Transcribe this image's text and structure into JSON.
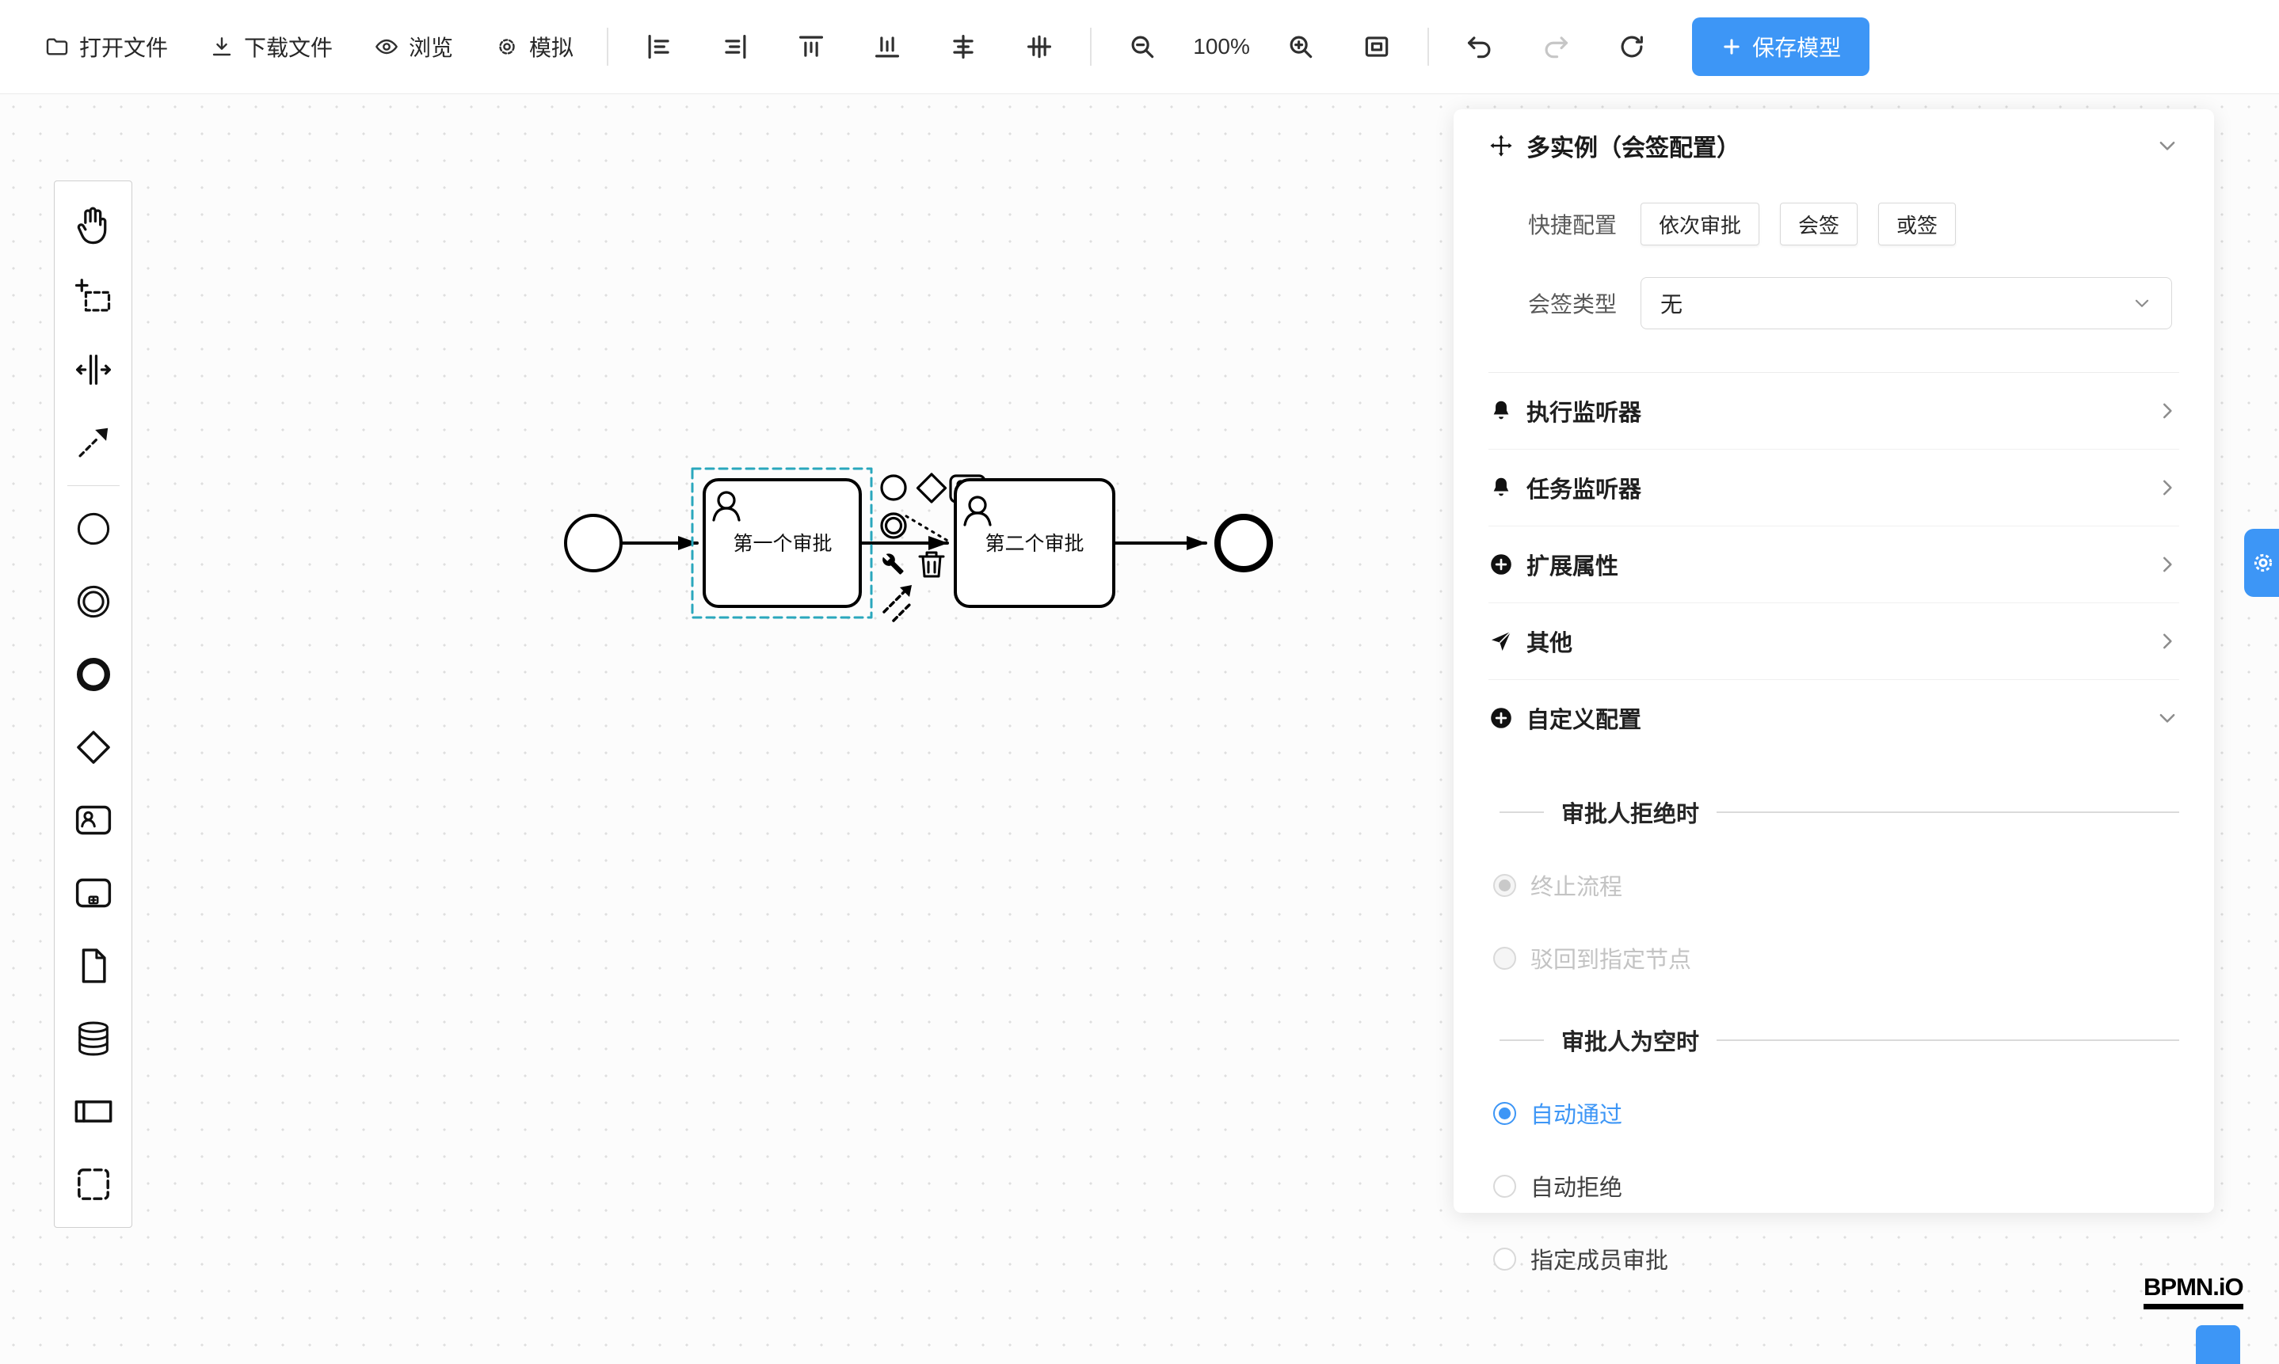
{
  "toolbar": {
    "open_file": "打开文件",
    "download_file": "下载文件",
    "preview": "浏览",
    "simulate": "模拟",
    "zoom_level": "100%",
    "save_model": "保存模型"
  },
  "canvas": {
    "task1_label": "第一个审批",
    "task2_label": "第二个审批"
  },
  "panel": {
    "title": "多实例（会签配置）",
    "quick_config": {
      "label": "快捷配置",
      "options": [
        "依次审批",
        "会签",
        "或签"
      ]
    },
    "sign_type": {
      "label": "会签类型",
      "value": "无"
    },
    "sections": [
      "执行监听器",
      "任务监听器",
      "扩展属性",
      "其他",
      "自定义配置"
    ],
    "reject": {
      "title": "审批人拒绝时",
      "options": [
        "终止流程",
        "驳回到指定节点"
      ],
      "selected": "终止流程"
    },
    "empty": {
      "title": "审批人为空时",
      "options": [
        "自动通过",
        "自动拒绝",
        "指定成员审批"
      ],
      "selected": "自动通过"
    }
  },
  "footer": {
    "logo": "BPMN.iO"
  },
  "icons": [
    "folder-icon",
    "download-icon",
    "eye-icon",
    "gear-icon",
    "align-left-icon",
    "align-right-icon",
    "align-top-icon",
    "align-bottom-icon",
    "align-center-horizontal-icon",
    "align-center-vertical-icon",
    "zoom-out-icon",
    "zoom-in-icon",
    "fit-viewport-icon",
    "undo-icon",
    "redo-icon",
    "reset-zoom-icon",
    "plus-icon",
    "hand-icon",
    "lasso-icon",
    "space-tool-icon",
    "connect-tool-icon",
    "start-event-icon",
    "intermediate-event-icon",
    "end-event-icon",
    "gateway-icon",
    "user-task-icon",
    "subprocess-icon",
    "document-icon",
    "datastore-icon",
    "participant-icon",
    "group-icon",
    "move-icon",
    "bell-icon",
    "plus-circle-icon",
    "send-icon",
    "chevron-down-icon",
    "chevron-right-icon",
    "wrench-icon",
    "trash-icon"
  ],
  "colors": {
    "accent": "#3D96F6",
    "selection": "#2AA7BD"
  }
}
